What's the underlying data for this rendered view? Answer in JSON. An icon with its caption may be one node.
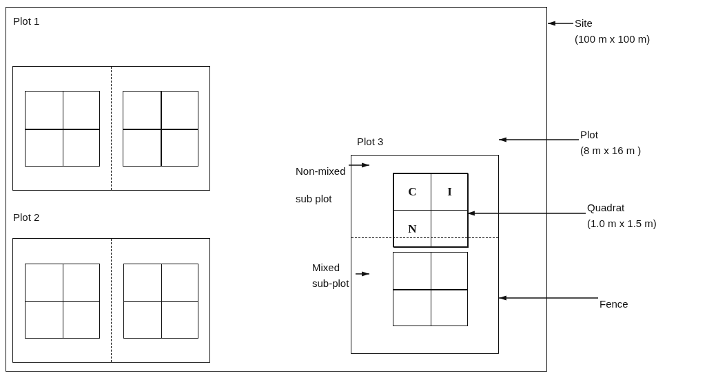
{
  "diagram": {
    "nodes": [
      {
        "text": [],
        "shape": "box"
      },
      {
        "text": [
          "Plot 1"
        ],
        "in": 0
      },
      {
        "text": [],
        "shape": "box",
        "in": 1
      },
      {
        "text": [],
        "shape": "box",
        "in": 1
      },
      {
        "text": [
          "Plot 2"
        ],
        "in": 0
      },
      {
        "text": [],
        "shape": "box",
        "in": 4
      },
      {
        "text": [],
        "shape": "box",
        "in": 4
      },
      {
        "text": [
          "Plot 3"
        ],
        "in": 0
      },
      {
        "text": [],
        "shape": "box",
        "in": 7
      },
      {
        "text": [
          "C"
        ],
        "in": 8
      },
      {
        "text": [
          "I"
        ],
        "in": 8
      },
      {
        "text": [
          "N"
        ],
        "in": 8
      },
      {
        "text": [],
        "shape": "box",
        "in": 8
      },
      {
        "text": [],
        "shape": "box",
        "in": 7
      },
      {
        "text": [
          "Site",
          "(100 m x 100 m)"
        ]
      },
      {
        "text": [
          "Plot",
          "(8 m x 16 m )"
        ]
      },
      {
        "text": [
          "Quadrat",
          "(1.0 m x 1.5 m)"
        ]
      },
      {
        "text": [
          "Fence"
        ]
      },
      {
        "text": [
          "Non-mixed sub plot"
        ],
        "in": 0
      },
      {
        "text": [
          "Mixed sub-plot"
        ],
        "in": 0
      }
    ],
    "edges": [
      {
        "from": 14,
        "to": 0,
        "arrow": "to"
      },
      {
        "from": 15,
        "to": 7,
        "arrow": "to"
      },
      {
        "from": 18,
        "to": 7,
        "arrow": "to"
      },
      {
        "from": 16,
        "to": 12,
        "arrow": "to"
      },
      {
        "from": 19,
        "to": 7,
        "arrow": "to"
      },
      {
        "from": 17,
        "to": 7,
        "arrow": "to"
      }
    ]
  }
}
